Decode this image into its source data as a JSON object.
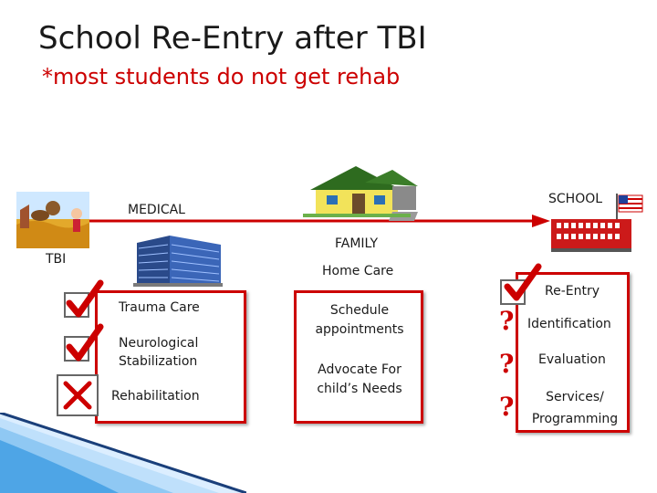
{
  "title": "School Re-Entry after TBI",
  "subtitle": "*most students do not get rehab",
  "timeline": {
    "start_label": "TBI",
    "medical_label": "MEDICAL",
    "school_label": "SCHOOL"
  },
  "family": {
    "label": "FAMILY",
    "home_care": "Home Care",
    "items": [
      "Schedule appointments",
      "Advocate For child’s Needs"
    ]
  },
  "medical": {
    "items": [
      {
        "label": "Trauma Care",
        "mark": "check"
      },
      {
        "label": "Neurological Stabilization",
        "mark": "check"
      },
      {
        "label": "Rehabilitation",
        "mark": "x"
      }
    ]
  },
  "school": {
    "reentry_label": "Re-Entry",
    "items": [
      {
        "label": "Identification",
        "mark": "question"
      },
      {
        "label": "Evaluation",
        "mark": "question"
      },
      {
        "label": "Services/ Programming",
        "mark": "question"
      }
    ]
  },
  "colors": {
    "accent": "#cc0000",
    "check": "#cc0000",
    "arrow": "#cc0000"
  }
}
